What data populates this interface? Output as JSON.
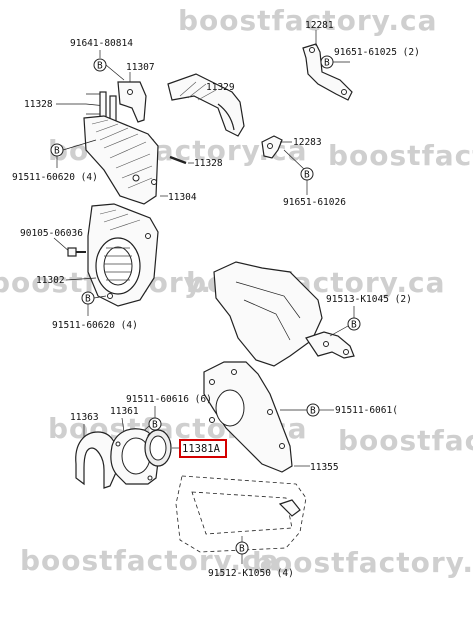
{
  "labels": {
    "p12281": "12281",
    "p91651_61025_2": "91651-61025 (2)",
    "p12283": "12283",
    "p91651_61026": "91651-61026",
    "p91641_80814": "91641-80814",
    "p11307": "11307",
    "p11329": "11329",
    "p11328_a": "11328",
    "p11328_b": "11328",
    "p91511_60620_4_a": "91511-60620 (4)",
    "p11304": "11304",
    "p90105_06036": "90105-06036",
    "p11302": "11302",
    "p91511_60620_4_b": "91511-60620 (4)",
    "p91513_K1045_2": "91513-K1045 (2)",
    "p91511_60616_6": "91511-60616 (6)",
    "p91511_6061x": "91511-6061(",
    "p11363": "11363",
    "p11361": "11361",
    "p11381A": "11381A",
    "p11355": "11355",
    "p91512_K1050_4": "91512-K1050 (4)"
  },
  "bubble": "B",
  "watermark": "boostfactory.ca",
  "colors": {
    "highlight": "#d40000",
    "ink": "#222222",
    "watermark": "#cfcfcf"
  }
}
